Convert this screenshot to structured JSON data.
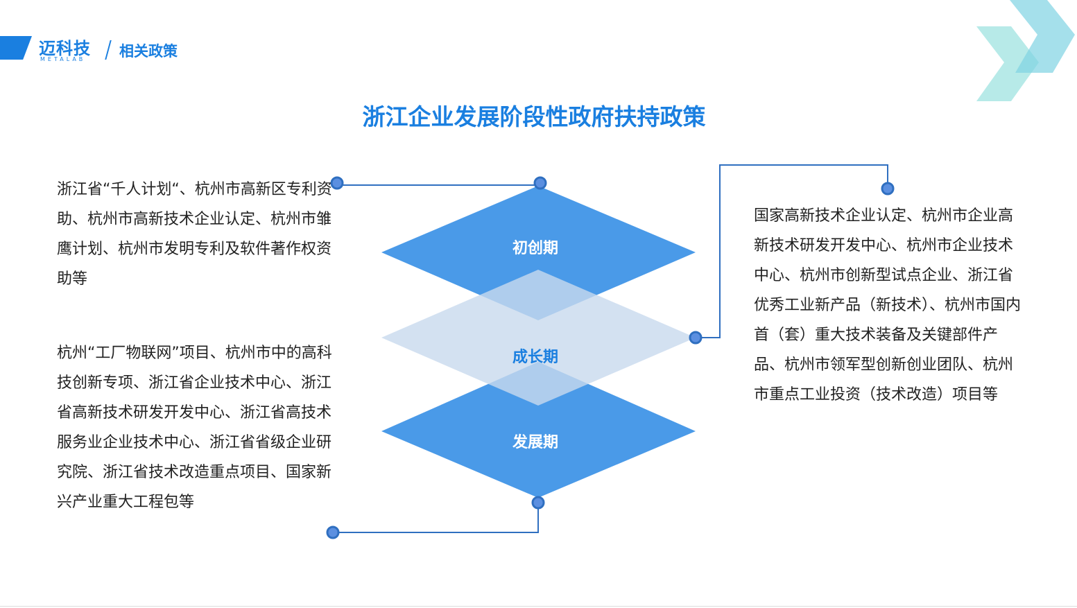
{
  "header": {
    "logo_cn": "迈科技",
    "logo_en": "METALAB",
    "section": "相关政策"
  },
  "title": "浙江企业发展阶段性政府扶持政策",
  "stages": {
    "initial": "初创期",
    "growth": "成长期",
    "development": "发展期"
  },
  "left_top_text": "浙江省“千人计划“、杭州市高新区专利资助、杭州市高新技术企业认定、杭州市雏鹰计划、杭州市发明专利及软件著作权资助等",
  "left_bottom_text": "杭州“工厂物联网”项目、杭州市中的高科技创新专项、浙江省企业技术中心、浙江省高新技术研发开发中心、浙江省高技术服务业企业技术中心、浙江省省级企业研究院、浙江省技术改造重点项目、国家新兴产业重大工程包等",
  "right_text": "国家高新技术企业认定、杭州市企业高新技术研发开发中心、杭州市企业技术中心、杭州市创新型试点企业、浙江省优秀工业新产品（新技术）、杭州市国内首（套）重大技术装备及关键部件产品、杭州市领军型创新创业团队、杭州市重点工业投资（技术改造）项目等",
  "colors": {
    "brand_blue": "#1a7fe0",
    "diamond_blue": "#4a9ae8",
    "diamond_light": "#c8d9ee",
    "connector": "#2f6fc0",
    "dot_fill": "#5b8fe0"
  }
}
